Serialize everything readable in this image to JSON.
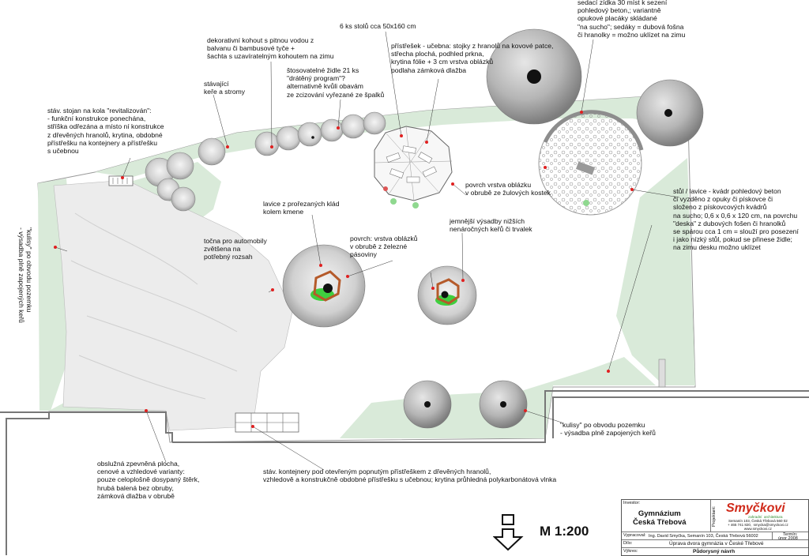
{
  "labels": {
    "sedaci": "sedací zídka 30 míst k sezení\npohledový beton,; variantně\nopukové placáky skládané\n\"na sucho\"; sedáky = dubová fošna\nči hranolky = možno uklízet na zimu",
    "stoly": "6 ks stolů cca 50x160 cm",
    "kohout": "dekorativní kohout s pitnou vodou z\nbalvanu či bambusové tyče +\nšachta s uzavíratelným kohoutem na zimu",
    "pristresek": "přístřešek - učebna: stojky z hranolů na kovové patce,\nstřecha plochá, podhled prkna,\nkrytina fólie + 3 cm vrstva oblázků\npodlaha zámková dlažba",
    "zidle": "štosovatelné židle 21 ks\n\"drátěný program\"?\nalternativně kvůli obavám\nze zcizování vyřezané ze špalků",
    "kere": "stávající\nkeře a stromy",
    "stojan": "stáv. stojan na kola \"revitalizován\":\n- funkční konstrukce ponechána,\nstříška odřezána a místo ní konstrukce\nz dřevěných hranolů, krytina, obdobné\npřístřešku na kontejnery a přístřešku\ns učebnou",
    "povrch_obl": "povrch vrstva oblázku\nv obrubě ze žulových kostek",
    "stul": "stůl / lavice - kvádr pohledový beton\nči vyzděno z opuky či pískovce či\nsloženo z pískovcových kvádrů\nna sucho; 0,6 x 0,6 x 120 cm, na povrchu\n\"deska\" z dubových fošen či hranolků\nse spárou cca 1 cm = slouží pro posezení\ni jako nízký stůl, pokud se přinese židle;\nna zimu desku možno uklízet",
    "lavice": "lavice z prořezaných klád\nkolem kmene",
    "jemnejsi": "jemnější výsadby nižších\nnenáročných keřů či trvalek",
    "tocna": "točna pro automobily\nzvětšena na\npotřebný rozsah",
    "povrch_zel": "povrch: vrstva oblázků\nv obrubě z železné\npásoviny",
    "kulisy_left": "\"kulisy\" po obvodu pozemku\n- výsadba plně zapojených keřů",
    "kulisy_bottom": "\"kulisy\" po obvodu pozemku\n- výsadba plně zapojených keřů",
    "obsluzna": "obslužná zpevněná plocha,\ncenové a vzhledové varianty:\npouze celoplošně dosypaný štěrk,\nhrubá balená bez obruby,\nzámková dlažba v obrubě",
    "kontejnery": "stáv. kontejnery pod otevřeným popnutým přístřeškem z dřevěných hranolů,\nvzhledově a konstrukčně obdobné přístřešku s učebnou; krytina průhledná polykarbonátová vlnka"
  },
  "scale": "M 1:200",
  "title_block": {
    "investor_label": "Investor:",
    "investor_name": "Gymnázium\nČeská Třebová",
    "projektant_label": "Projektant:",
    "logo": "Smyčkovi",
    "logo_sub": "zahradní  architektura",
    "address": "Semanín 103, Česká Třebová 560 02\n+ 465 741 820,  smycka@smyckovi.cz\nwww.smyckovi.cz",
    "vypracoval_label": "Vypracoval:",
    "vypracoval": "Ing. David Smyčka, Semanín 103, Česká Třebová 56002",
    "termin_label": "Termín:",
    "termin": "únor 2008",
    "dilo_label": "Dílo:",
    "dilo": "Úprava dvora gymnázia v České Třebové",
    "vykres_label": "Výkres:",
    "vykres": "Půdorysný návrh"
  },
  "colors": {
    "greenery": "#d9ead9",
    "paved": "#ececec",
    "tree": "#bdbdbd",
    "marker": "#e02020",
    "wall": "#ffffff"
  }
}
